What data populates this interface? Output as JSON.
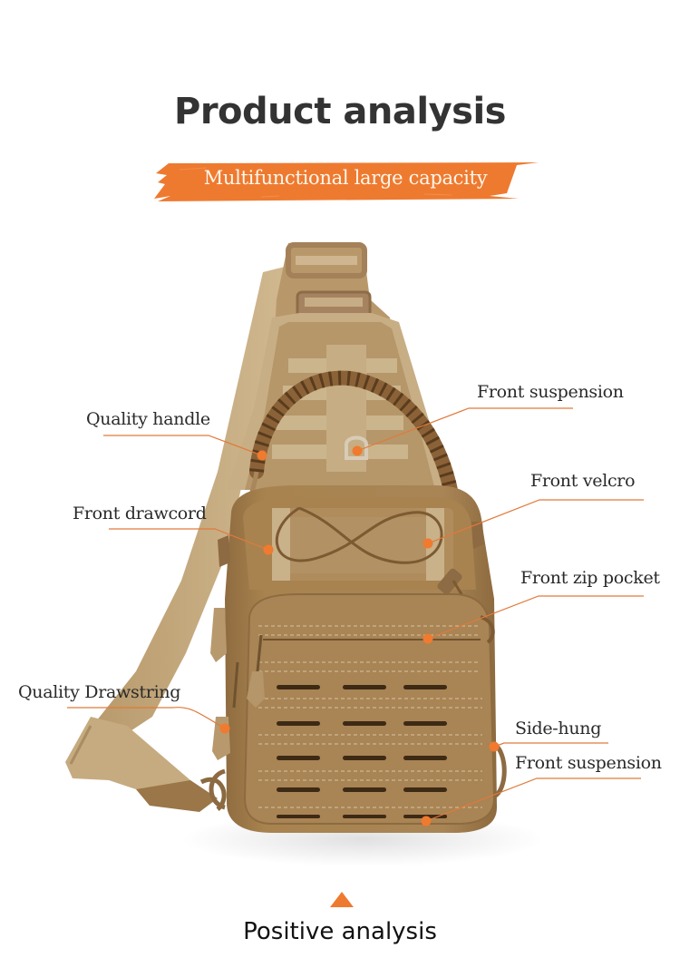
{
  "header": {
    "title": "Product analysis",
    "banner_text": "Multifunctional large capacity"
  },
  "colors": {
    "accent": "#EE7A30",
    "title": "#333333",
    "label_text": "#2A2A2A",
    "bag_base": "#A98556",
    "strap": "#C9AE84"
  },
  "product": {
    "image_alt": "Tactical sling chest bag (coyote tan)",
    "icon": "sling-bag-illustration"
  },
  "callouts": [
    {
      "id": "quality-handle",
      "label": "Quality handle",
      "side": "left"
    },
    {
      "id": "front-suspension-top",
      "label": "Front suspension",
      "side": "right"
    },
    {
      "id": "front-drawcord",
      "label": "Front drawcord",
      "side": "left"
    },
    {
      "id": "front-velcro",
      "label": "Front velcro",
      "side": "right"
    },
    {
      "id": "front-zip-pocket",
      "label": "Front zip pocket",
      "side": "right"
    },
    {
      "id": "quality-drawstring",
      "label": "Quality Drawstring",
      "side": "left"
    },
    {
      "id": "side-hung",
      "label": "Side-hung",
      "side": "right"
    },
    {
      "id": "front-suspension-bottom",
      "label": "Front suspension",
      "side": "right"
    }
  ],
  "footer": {
    "pointer_icon": "triangle-up-icon",
    "subtitle": "Positive analysis"
  }
}
